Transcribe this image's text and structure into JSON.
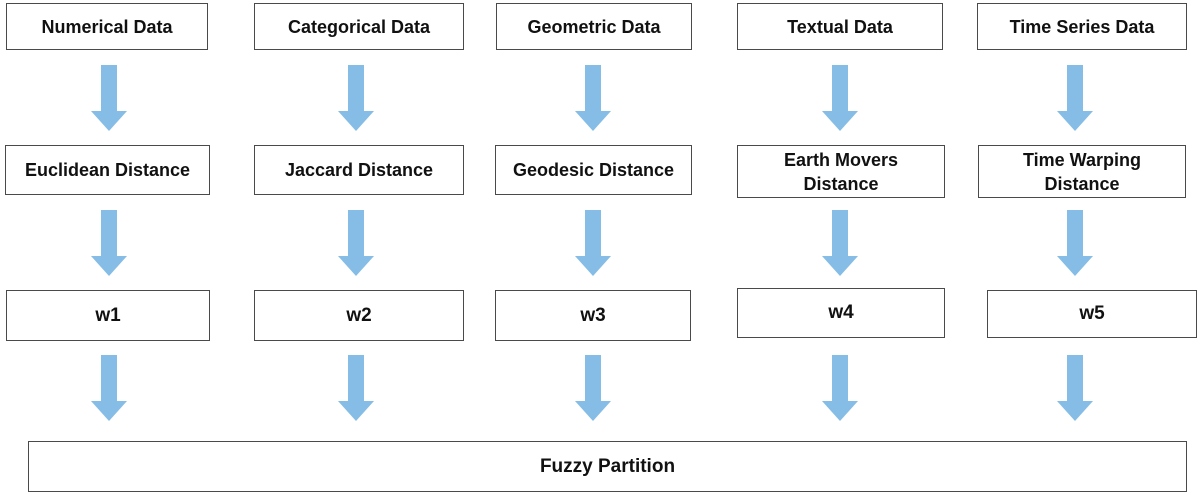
{
  "colors": {
    "arrow": "#85bde6",
    "box_border": "#4a4a4a",
    "text": "#111111"
  },
  "columns": [
    {
      "data": "Numerical Data",
      "distance": "Euclidean Distance",
      "weight": "w1"
    },
    {
      "data": "Categorical Data",
      "distance": "Jaccard Distance",
      "weight": "w2"
    },
    {
      "data": "Geometric Data",
      "distance": "Geodesic Distance",
      "weight": "w3"
    },
    {
      "data": "Textual Data",
      "distance": "Earth Movers\nDistance",
      "weight": "w4"
    },
    {
      "data": "Time Series Data",
      "distance": "Time Warping\nDistance",
      "weight": "w5"
    }
  ],
  "output": {
    "label": "Fuzzy Partition"
  },
  "icons": {
    "arrow": "down-arrow-icon"
  }
}
